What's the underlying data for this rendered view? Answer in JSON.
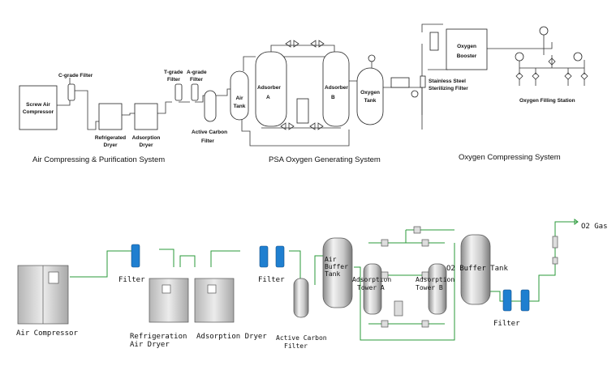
{
  "top": {
    "labels": {
      "screw_air_compressor": [
        "Screw Air",
        "Compressor"
      ],
      "c_grade_filter": "C-grade Filter",
      "refrigerated_dryer": [
        "Refrigerated",
        "Dryer"
      ],
      "adsorption_dryer": [
        "Adsorption",
        "Dryer"
      ],
      "t_grade_filter": [
        "T-grade",
        "Filter"
      ],
      "a_grade_filter": [
        "A-grade",
        "Filter"
      ],
      "active_carbon_filter": [
        "Active Carbon",
        "Filter"
      ],
      "air_tank": [
        "Air",
        "Tank"
      ],
      "adsorber_a": [
        "Adsorber",
        "A"
      ],
      "adsorber_b": [
        "Adsorber",
        "B"
      ],
      "oxygen_tank": [
        "Oxygen",
        "Tank"
      ],
      "stainless_filter": [
        "Stainless Steel",
        "Sterilizing Filter"
      ],
      "oxygen_booster": [
        "Oxygen",
        "Booster"
      ],
      "oxygen_filling_station": "Oxygen Filling Station"
    },
    "sections": {
      "air_compressing": "Air Compressing & Purification System",
      "psa_generating": "PSA Oxygen Generating System",
      "oxygen_compressing": "Oxygen Compressing System"
    }
  },
  "bottom": {
    "labels": {
      "air_compressor": "Air Compressor",
      "filter_1": "Filter",
      "refrigeration_dryer": [
        "Refrigeration",
        "Air Dryer"
      ],
      "adsorption_dryer": "Adsorption Dryer",
      "filter_2": "Filter",
      "active_carbon_filter": [
        "Active Carbon",
        "Filter"
      ],
      "air_buffer_tank": [
        "Air",
        "Buffer",
        "Tank"
      ],
      "adsorption_tower_a": [
        "Adsorption",
        "Tower A"
      ],
      "adsorption_tower_b": [
        "Adsorption",
        "Tower B"
      ],
      "o2_buffer_tank": "O2 Buffer Tank",
      "filter_3": "Filter",
      "o2_gas": "O2 Gas"
    }
  },
  "colors": {
    "pipe_green": "#2a9a3a",
    "filter_blue": "#1f7fd0"
  }
}
